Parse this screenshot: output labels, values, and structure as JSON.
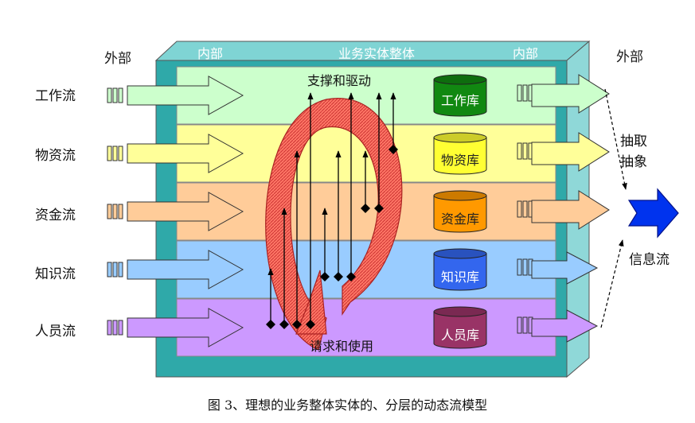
{
  "headers": {
    "outside_left": "外部",
    "inside_left": "内部",
    "center": "业务实体整体",
    "inside_right": "内部",
    "outside_right": "外部"
  },
  "flows": [
    {
      "label": "工作流",
      "db": "工作库",
      "band_color": "#ccffcc",
      "db_color": "#118811",
      "db_text_color": "#ffffff"
    },
    {
      "label": "物资流",
      "db": "物资库",
      "band_color": "#ffff99",
      "db_color": "#ffff33",
      "db_text_color": "#222222"
    },
    {
      "label": "资金流",
      "db": "资金库",
      "band_color": "#ffcc99",
      "db_color": "#ff9900",
      "db_text_color": "#222222"
    },
    {
      "label": "知识流",
      "db": "知识库",
      "band_color": "#99ccff",
      "db_color": "#3366ee",
      "db_text_color": "#ffffff"
    },
    {
      "label": "人员流",
      "db": "人员库",
      "band_color": "#cc99ff",
      "db_color": "#993366",
      "db_text_color": "#ffffff"
    }
  ],
  "cycle": {
    "top_label": "支撑和驱动",
    "bottom_label": "请求和使用"
  },
  "right_labels": {
    "extract": "抽取\n抽象",
    "extract_line1": "抽取",
    "extract_line2": "抽象",
    "info": "信息流"
  },
  "caption": "图 3、理想的业务整体实体的、分层的动态流模型",
  "colors": {
    "frame_face": "#2fa9a9",
    "frame_top": "#7fd4d4",
    "frame_side": "#7fd4d4",
    "ring": "#ff6655",
    "info_arrow": "#0022ee"
  }
}
